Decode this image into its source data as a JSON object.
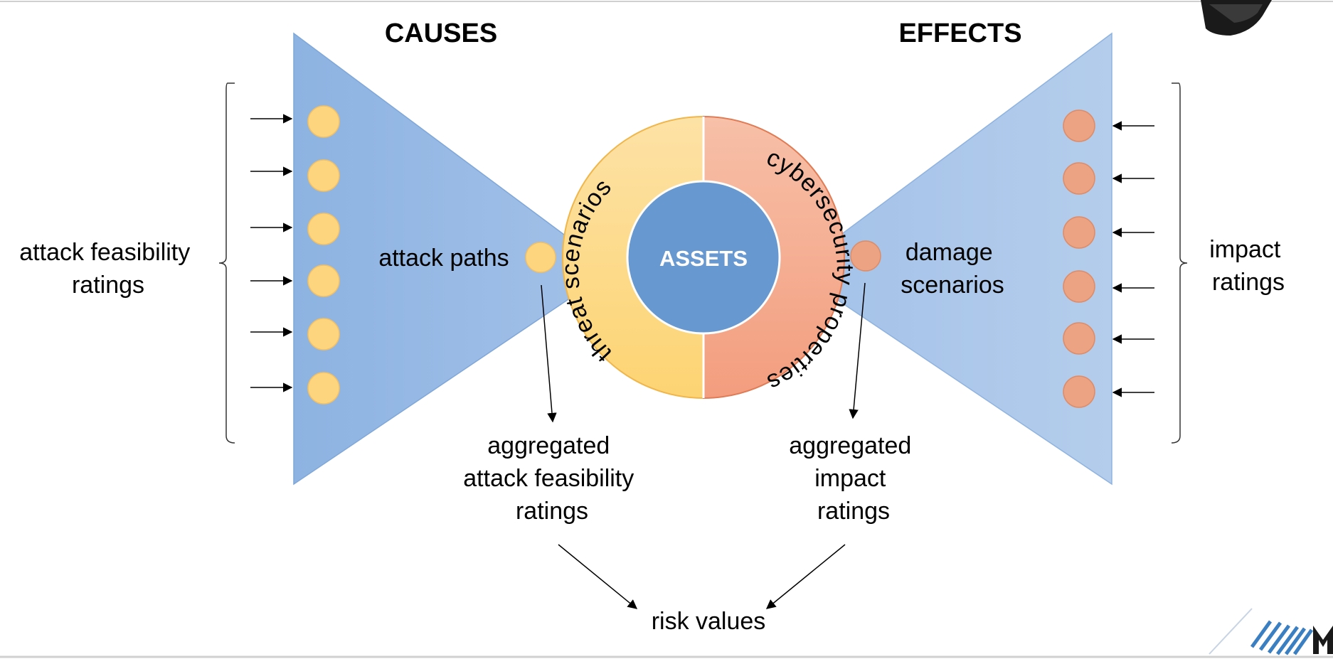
{
  "headers": {
    "causes": "CAUSES",
    "effects": "EFFECTS"
  },
  "labels": {
    "attack_feasibility_ratings": [
      "attack feasibility",
      "ratings"
    ],
    "attack_paths": "attack paths",
    "damage_scenarios": [
      "damage",
      "scenarios"
    ],
    "impact_ratings": [
      "impact",
      "ratings"
    ],
    "aggregated_attack_feasibility_ratings": [
      "aggregated",
      "attack feasibility",
      "ratings"
    ],
    "aggregated_impact_ratings": [
      "aggregated",
      "impact",
      "ratings"
    ],
    "risk_values": "risk values"
  },
  "ring": {
    "center": "ASSETS",
    "left_arc": "threat scenarios",
    "right_arc": "cybersecurity properties"
  },
  "colors": {
    "triangle_left": "#95b8e3",
    "triangle_right": "#adc8ea",
    "ring_left": "#fdd985",
    "ring_right": "#f4aa8e",
    "center": "#6898d0",
    "dot_yellow": "#fdd57e",
    "dot_orange": "#eba383"
  },
  "input_counts": {
    "causes": 6,
    "effects": 6
  }
}
